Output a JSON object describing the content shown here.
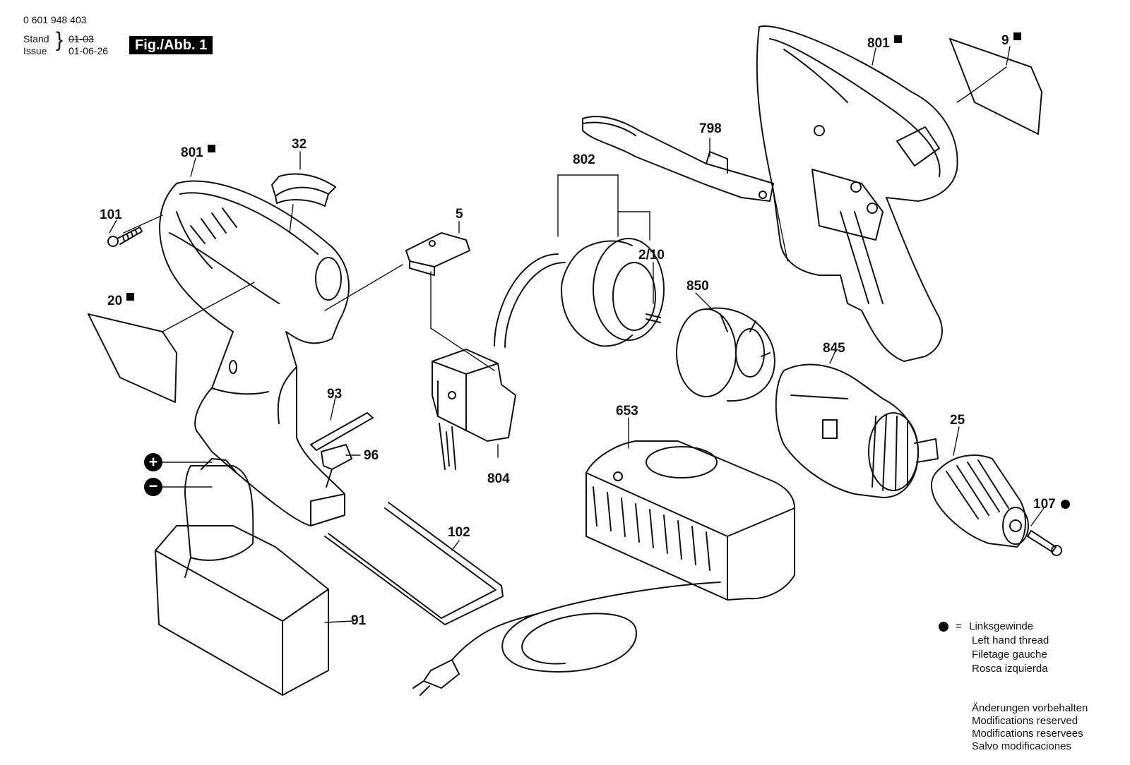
{
  "header": {
    "part_number": "0 601 948 403",
    "stand_label": "Stand",
    "issue_label": "Issue",
    "stand_value": "01-03",
    "issue_value": "01-06-26",
    "figure_label": "Fig./Abb. 1"
  },
  "parts": [
    {
      "id": "801",
      "mark": "square",
      "where": "housing-left"
    },
    {
      "id": "32",
      "mark": "",
      "where": "cover"
    },
    {
      "id": "101",
      "mark": "",
      "where": "screw-left"
    },
    {
      "id": "20",
      "mark": "square",
      "where": "label-left"
    },
    {
      "id": "5",
      "mark": "",
      "where": "clip"
    },
    {
      "id": "802",
      "mark": "",
      "where": "motor"
    },
    {
      "id": "2/10",
      "mark": "",
      "where": "motor-pinion"
    },
    {
      "id": "798",
      "mark": "",
      "where": "strap"
    },
    {
      "id": "801",
      "mark": "square",
      "where": "housing-right"
    },
    {
      "id": "9",
      "mark": "square",
      "where": "label-right"
    },
    {
      "id": "850",
      "mark": "",
      "where": "ring"
    },
    {
      "id": "845",
      "mark": "",
      "where": "gearbox"
    },
    {
      "id": "93",
      "mark": "",
      "where": "bit"
    },
    {
      "id": "96",
      "mark": "",
      "where": "bit-holder"
    },
    {
      "id": "804",
      "mark": "",
      "where": "switch"
    },
    {
      "id": "653",
      "mark": "",
      "where": "charger"
    },
    {
      "id": "25",
      "mark": "",
      "where": "chuck"
    },
    {
      "id": "107",
      "mark": "dot",
      "where": "screw-right"
    },
    {
      "id": "102",
      "mark": "",
      "where": "wire-clip"
    },
    {
      "id": "91",
      "mark": "",
      "where": "battery"
    }
  ],
  "polarity": {
    "plus": "+",
    "minus": "−"
  },
  "legend": {
    "symbol": "=",
    "lines": [
      "Linksgewinde",
      "Left hand thread",
      "Filetage gauche",
      "Rosca izquierda"
    ]
  },
  "notice": {
    "lines": [
      "Änderungen vorbehalten",
      "Modifications reserved",
      "Modifications reservees",
      "Salvo modificaciones"
    ]
  }
}
